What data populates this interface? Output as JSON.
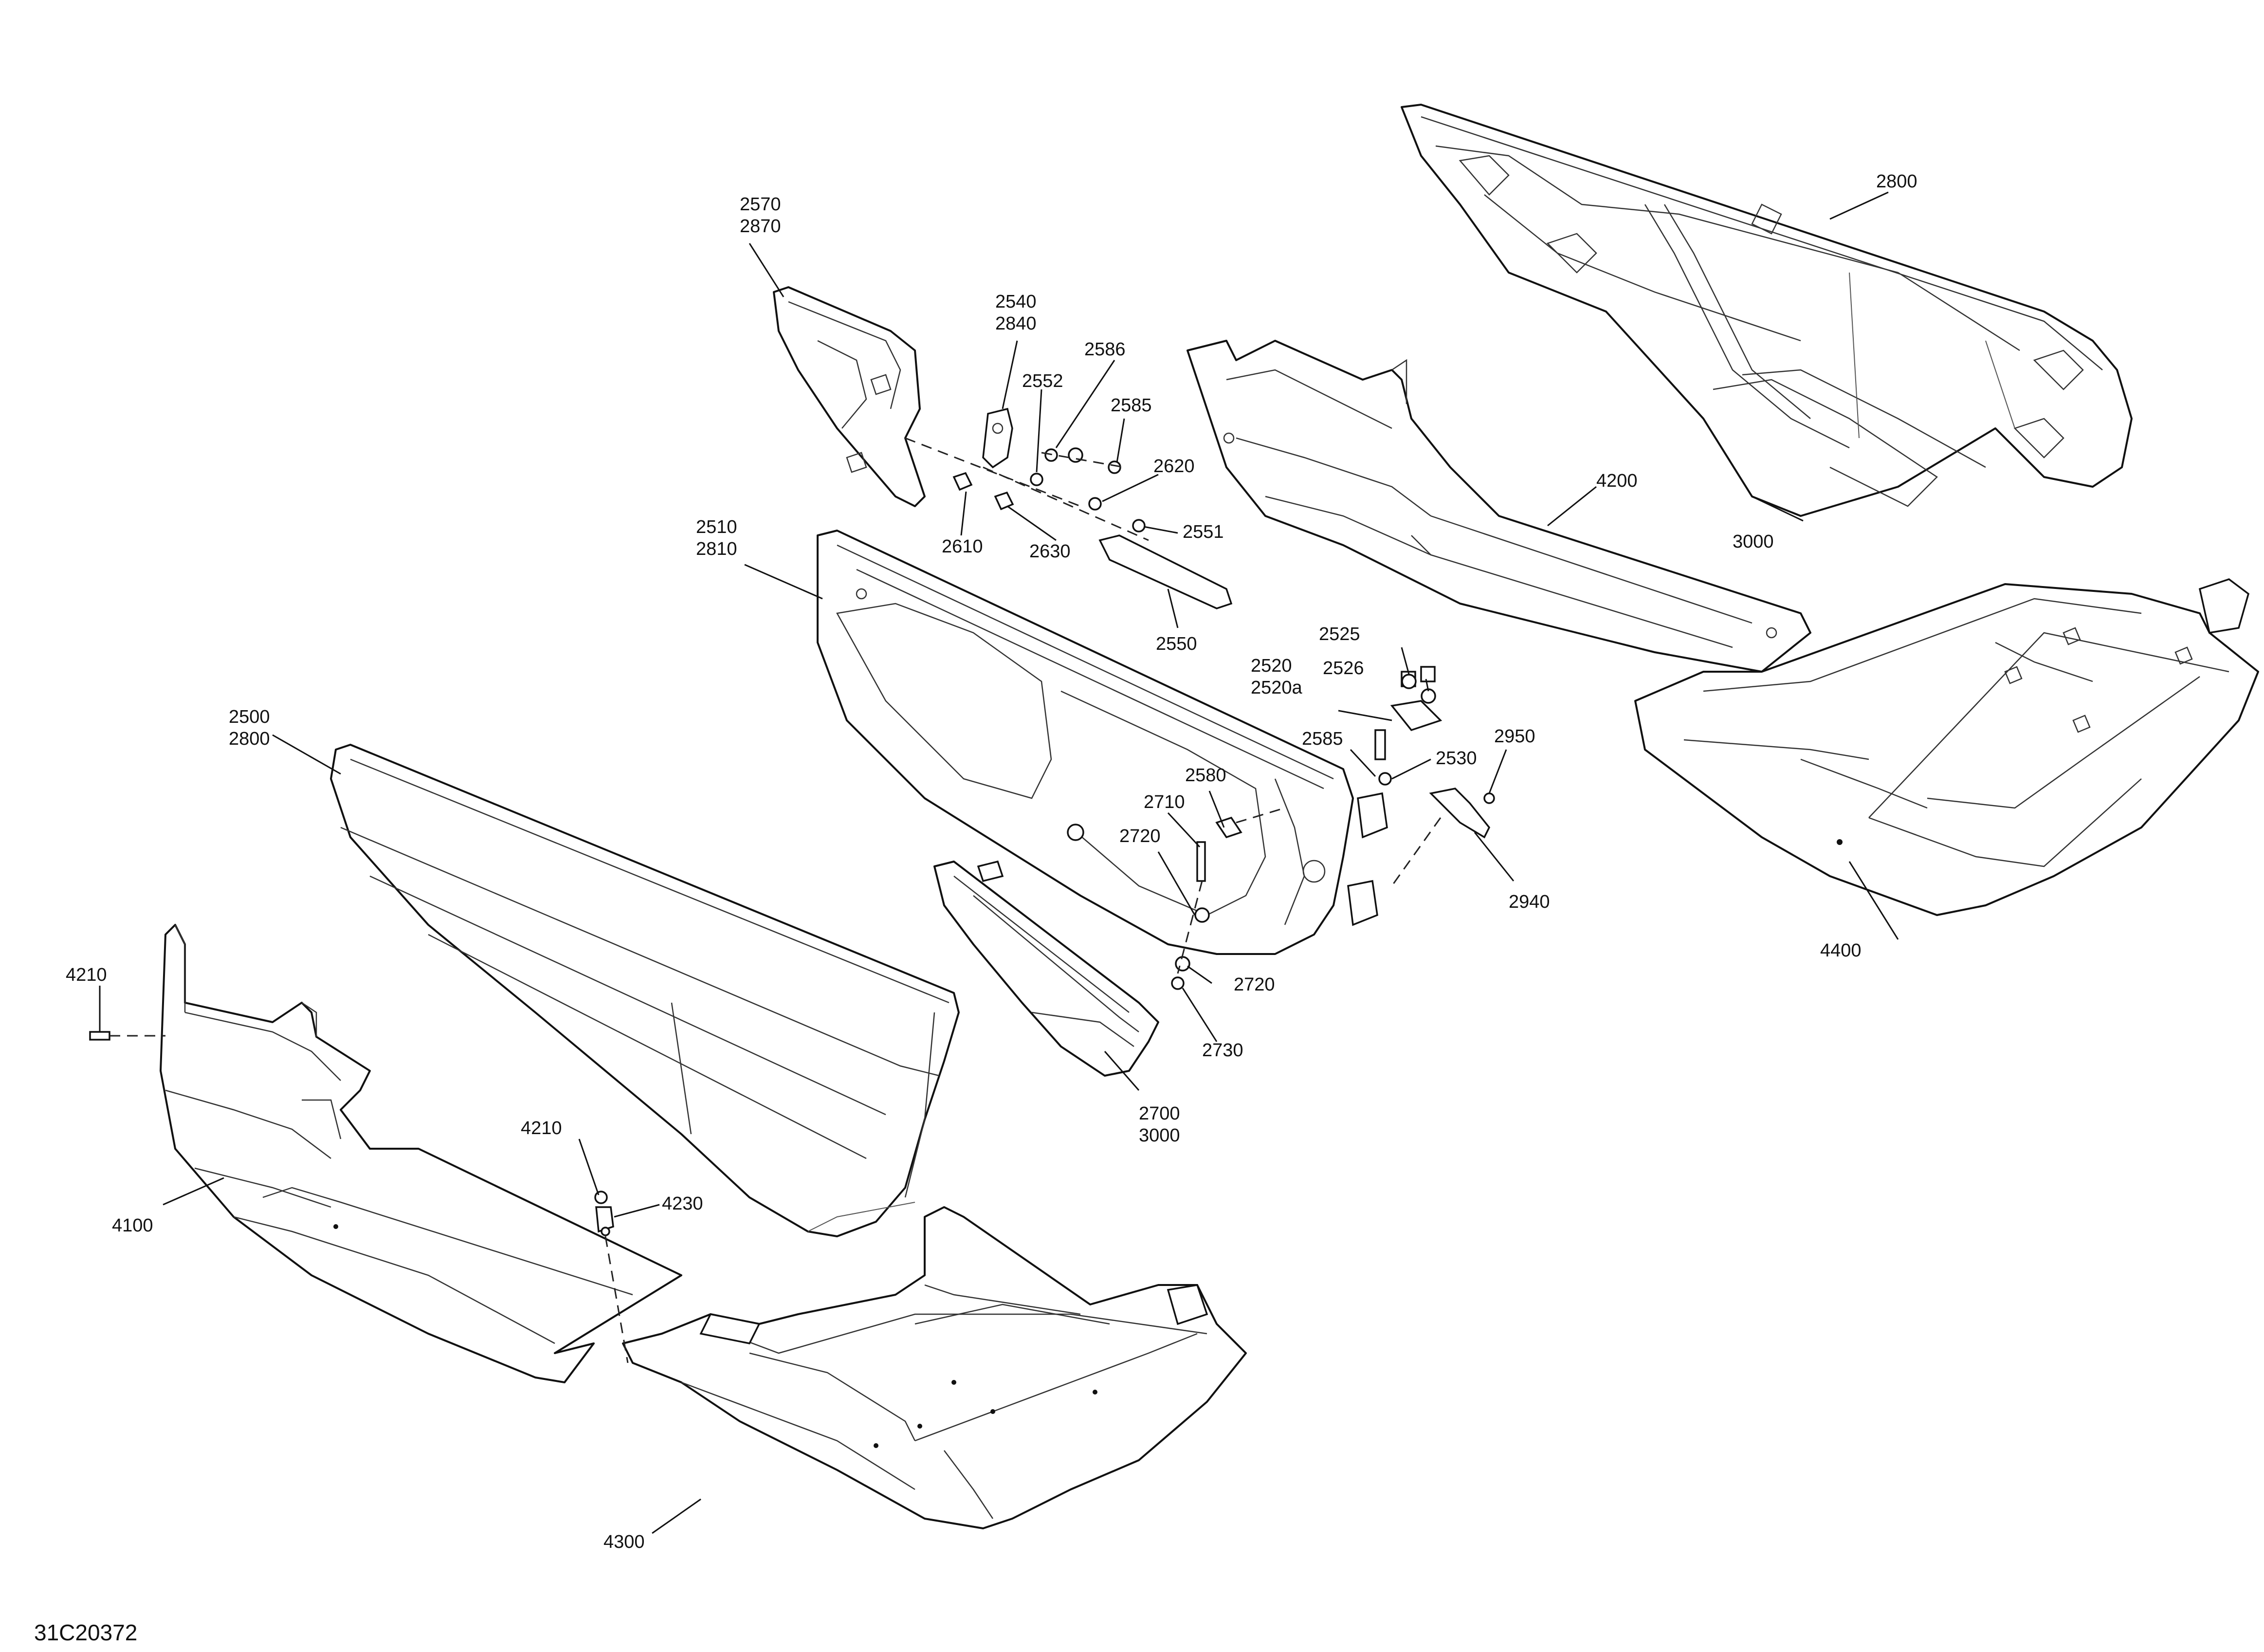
{
  "figure_id": "31C20372",
  "callouts": {
    "c2570": "2570",
    "c2870": "2870",
    "c2540": "2540",
    "c2840": "2840",
    "c2586": "2586",
    "c2552": "2552",
    "c2585a": "2585",
    "c2620": "2620",
    "c2610": "2610",
    "c2630": "2630",
    "c2551": "2551",
    "c2550": "2550",
    "c2510": "2510",
    "c2810": "2810",
    "c2800a": "2800",
    "c4200": "4200",
    "c3000a": "3000",
    "c2525": "2525",
    "c2526": "2526",
    "c2520": "2520",
    "c2520a": "2520a",
    "c2585b": "2585",
    "c2530": "2530",
    "c2950": "2950",
    "c2500": "2500",
    "c2800b": "2800",
    "c2580": "2580",
    "c2710": "2710",
    "c2720a": "2720",
    "c2720b": "2720",
    "c2730": "2730",
    "c2940": "2940",
    "c4400": "4400",
    "c2700": "2700",
    "c3000b": "3000",
    "c4210a": "4210",
    "c4210b": "4210",
    "c4230": "4230",
    "c4100": "4100",
    "c4300": "4300"
  }
}
